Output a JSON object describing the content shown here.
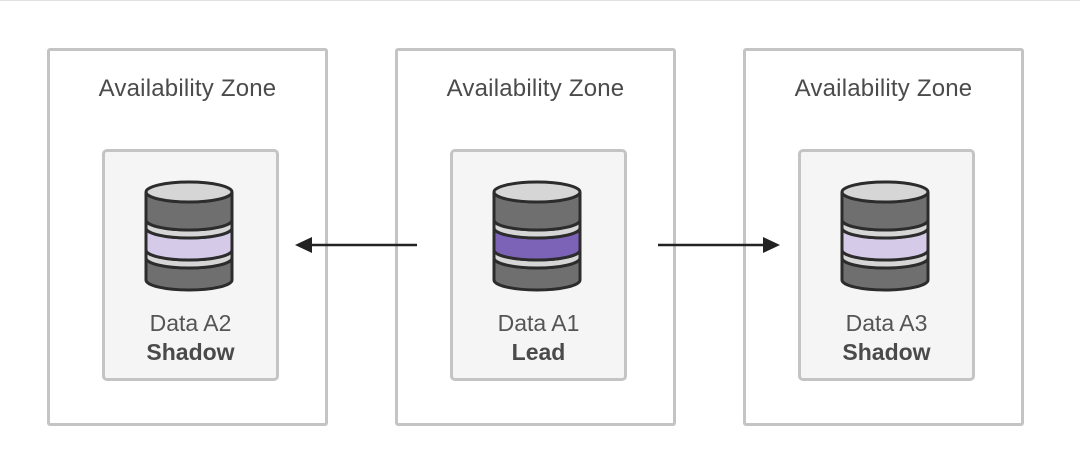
{
  "colors": {
    "zone_border": "#c4c4c4",
    "card_background": "#f5f5f5",
    "db_body": "#6f6f6f",
    "db_band_light": "#d6d6d6",
    "shadow_accent": "#d5cbe9",
    "lead_accent": "#7c63b8",
    "arrow": "#222222",
    "text": "#4b4b4b"
  },
  "zones": [
    {
      "title": "Availability Zone",
      "database": {
        "name": "Data A2",
        "role": "Shadow",
        "icon": "database-icon",
        "accent": "#d5cbe9"
      }
    },
    {
      "title": "Availability Zone",
      "database": {
        "name": "Data A1",
        "role": "Lead",
        "icon": "database-icon",
        "accent": "#7c63b8"
      }
    },
    {
      "title": "Availability Zone",
      "database": {
        "name": "Data A3",
        "role": "Shadow",
        "icon": "database-icon",
        "accent": "#d5cbe9"
      }
    }
  ],
  "arrows": [
    {
      "from": "Data A1",
      "to": "Data A2",
      "icon": "arrow-left-icon"
    },
    {
      "from": "Data A1",
      "to": "Data A3",
      "icon": "arrow-right-icon"
    }
  ]
}
